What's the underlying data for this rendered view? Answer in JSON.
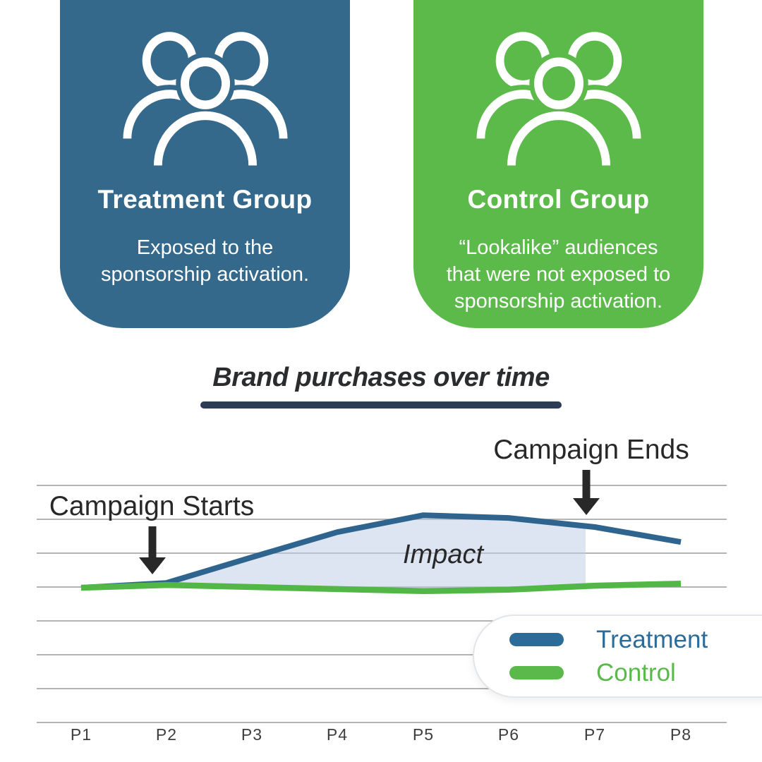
{
  "cards": {
    "treatment": {
      "title": "Treatment Group",
      "body_lines": [
        "Exposed to the",
        "sponsorship activation."
      ],
      "bg": "#35698c",
      "icon": "people-group-icon"
    },
    "control": {
      "title": "Control Group",
      "body_lines": [
        "“Lookalike” audiences",
        "that were not exposed to",
        "sponsorship activation."
      ],
      "bg": "#5cba4a",
      "icon": "people-group-icon"
    }
  },
  "chart_data": {
    "type": "line",
    "title": "Brand purchases over time",
    "title_underline_color": "#2b3c54",
    "x_labels": [
      "P1",
      "P2",
      "P3",
      "P4",
      "P5",
      "P6",
      "P7",
      "P8"
    ],
    "y_axis": "unlabeled, gridlines every 1 unit",
    "ylim": [
      -3,
      4
    ],
    "units": "relative brand purchases (baseline = 1)",
    "series": [
      {
        "name": "Treatment",
        "color": "#2e648e",
        "values": [
          0.98,
          1.12,
          1.88,
          2.62,
          3.12,
          3.04,
          2.77,
          2.33
        ]
      },
      {
        "name": "Control",
        "color": "#53b747",
        "values": [
          0.98,
          1.06,
          1.0,
          0.94,
          0.88,
          0.92,
          1.04,
          1.1
        ]
      }
    ],
    "impact_area": {
      "label": "Impact",
      "fill": "#b9cce4",
      "fill_opacity": 0.5,
      "from_label": "P2",
      "to_label": "just before P7"
    },
    "annotations": [
      {
        "text": "Campaign Starts",
        "at_label": "P2"
      },
      {
        "text": "Campaign Ends",
        "at_label": "P7"
      }
    ],
    "legend": {
      "position": "bottom-right",
      "items": [
        {
          "label": "Treatment",
          "color": "#2d6b99"
        },
        {
          "label": "Control",
          "color": "#5bb94c"
        }
      ]
    },
    "grid": "horizontal-only",
    "gridline_color": "#9c9c9c",
    "text_color": "#282828",
    "x_label_color": "#3d3d3d"
  }
}
